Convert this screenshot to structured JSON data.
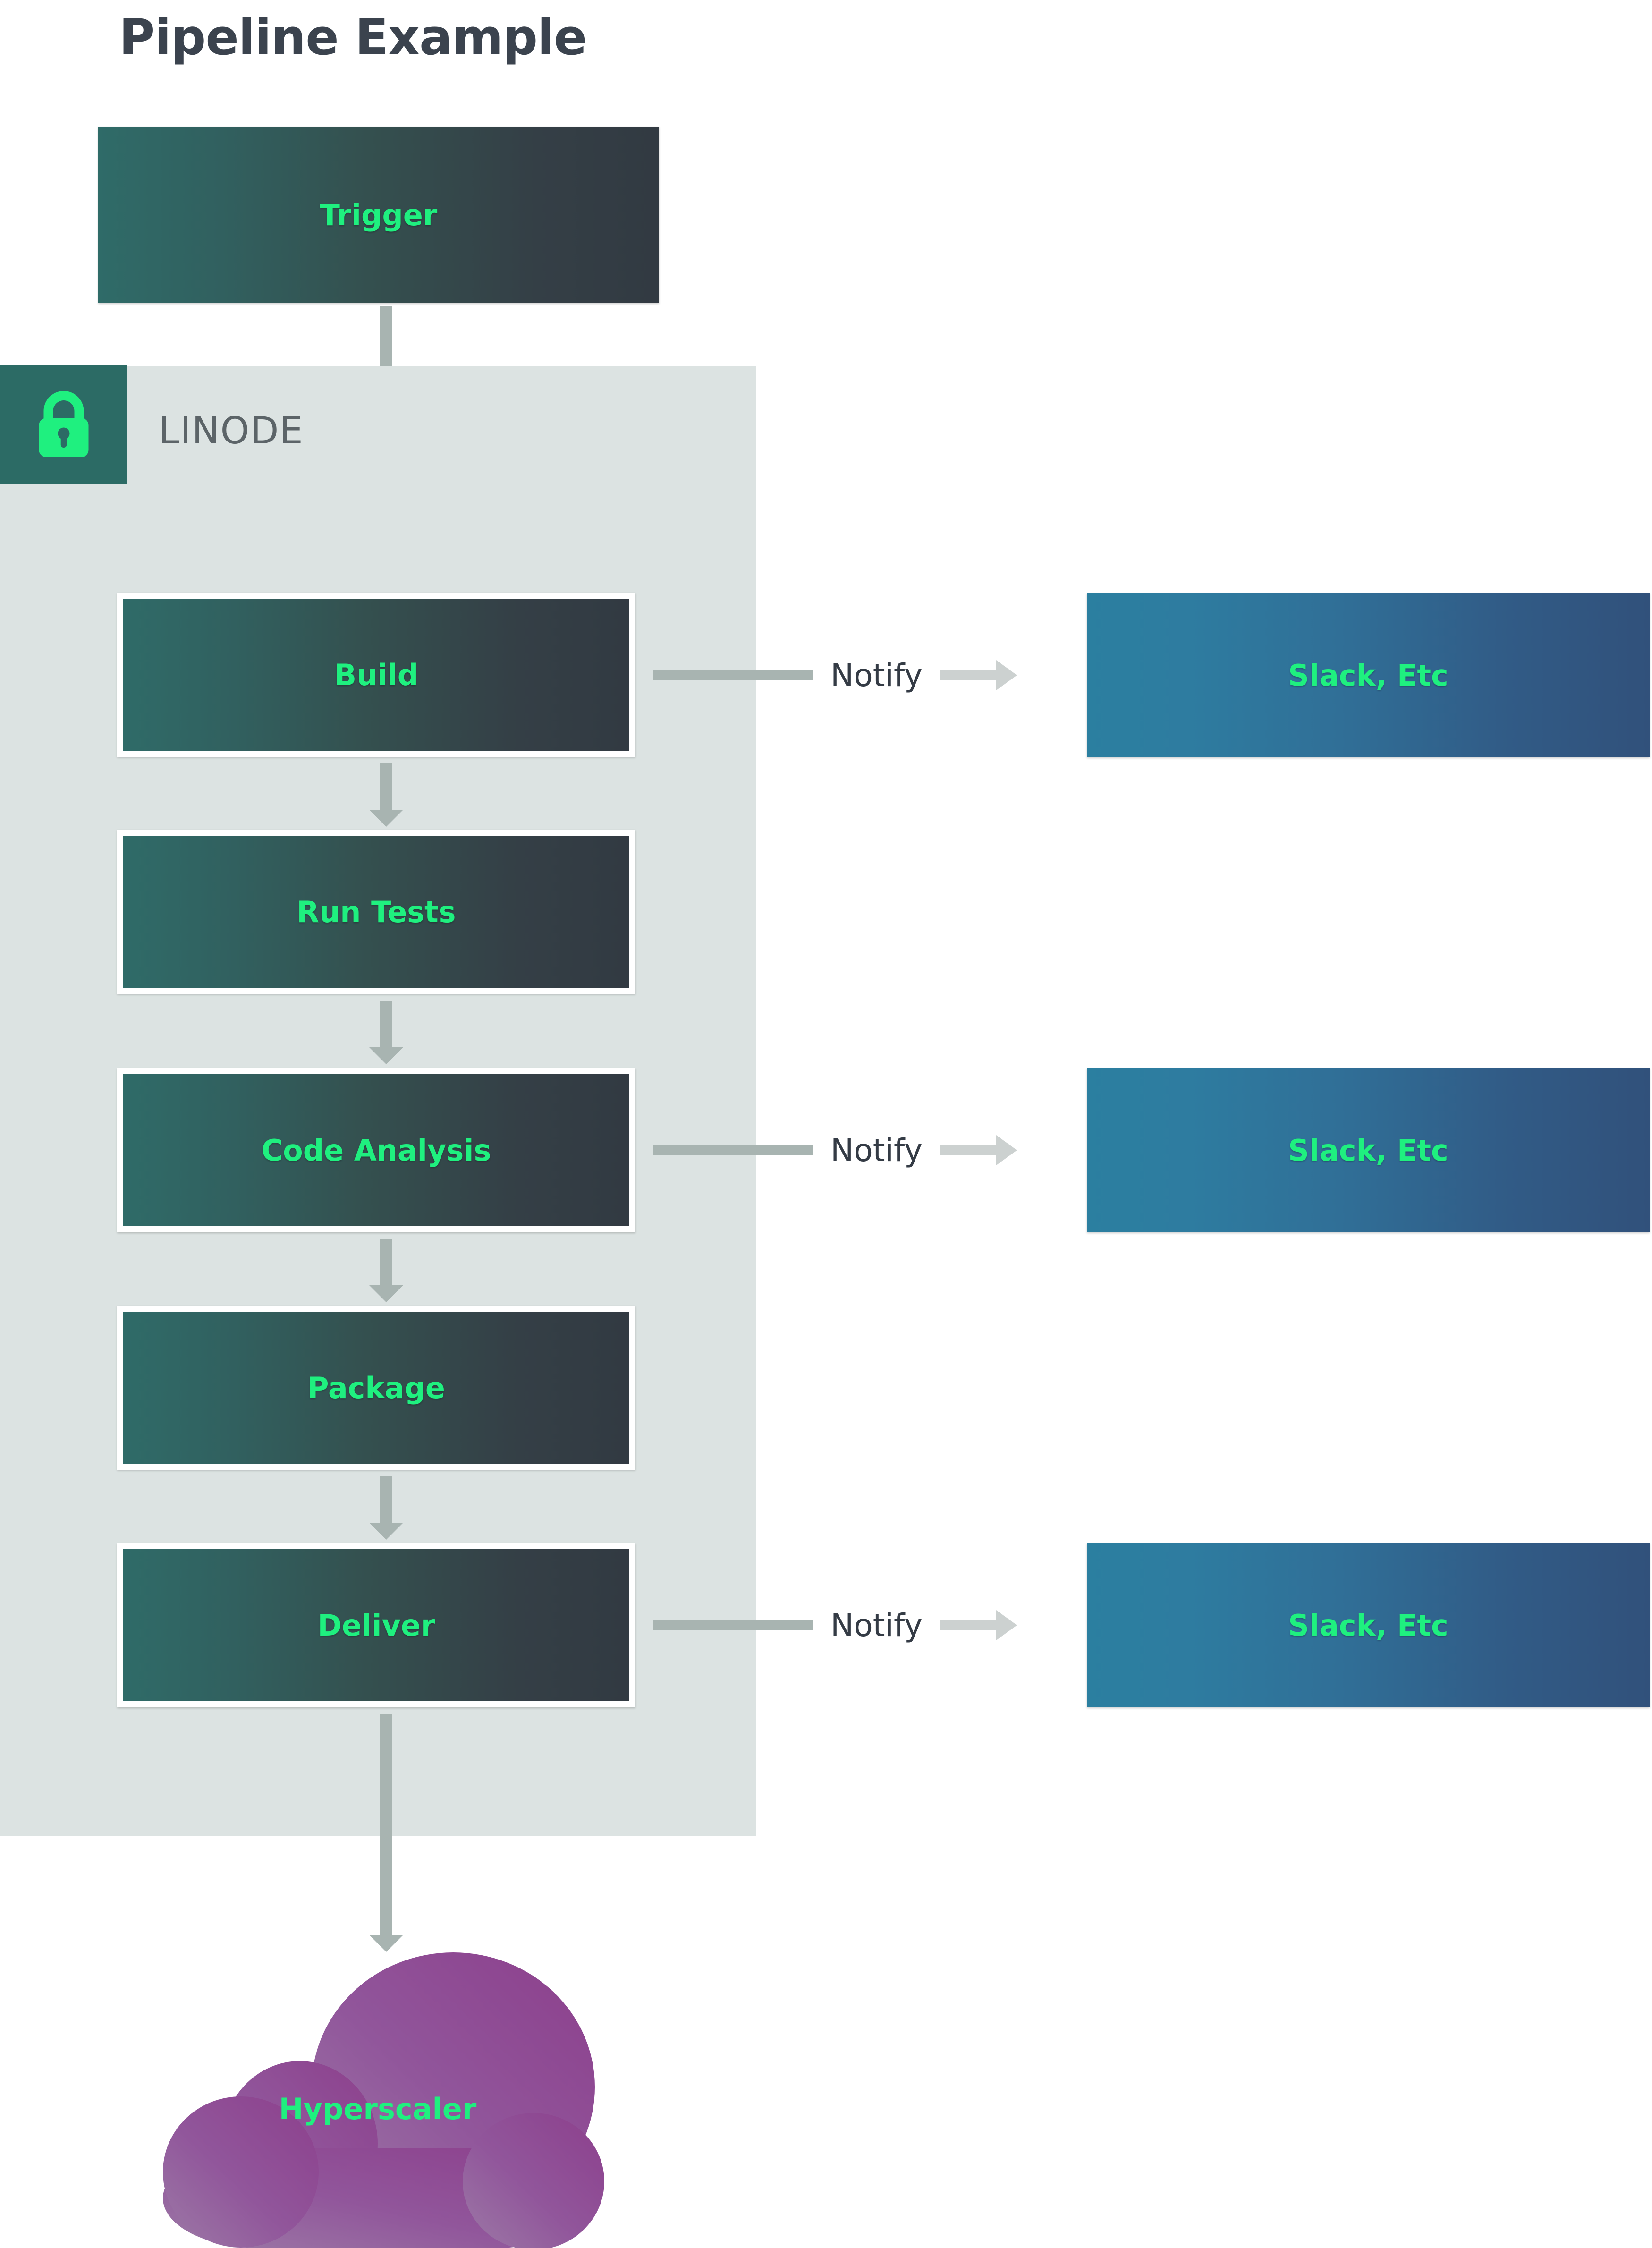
{
  "title": "Pipeline Example",
  "colors": {
    "title_text": "#3b434e",
    "stage_text": "#1ff07f",
    "group_background": "#dce3e2",
    "group_badge": "#2c6b65",
    "lock_icon": "#1ff07f",
    "stage_gradient_from": "#2f6b68",
    "stage_gradient_to": "#323a42",
    "target_gradient_from": "#2b7fa0",
    "target_gradient_to": "#31517b",
    "arrow": "#a8b4b1",
    "notify_arrow": "#ccd1d0",
    "cloud_from": "#9a72a0",
    "cloud_to": "#8e3a8a",
    "canvas": "#ffffff"
  },
  "trigger": {
    "label": "Trigger"
  },
  "group": {
    "label": "LINODE",
    "icon": "lock-icon"
  },
  "stages": [
    {
      "id": "build",
      "label": "Build"
    },
    {
      "id": "run-tests",
      "label": "Run Tests"
    },
    {
      "id": "code-analysis",
      "label": "Code Analysis"
    },
    {
      "id": "package",
      "label": "Package"
    },
    {
      "id": "deliver",
      "label": "Deliver"
    }
  ],
  "notifications": [
    {
      "from": "build",
      "edge_label": "Notify",
      "target_label": "Slack, Etc"
    },
    {
      "from": "code-analysis",
      "edge_label": "Notify",
      "target_label": "Slack, Etc"
    },
    {
      "from": "deliver",
      "edge_label": "Notify",
      "target_label": "Slack, Etc"
    }
  ],
  "cloud": {
    "label": "Hyperscaler"
  }
}
